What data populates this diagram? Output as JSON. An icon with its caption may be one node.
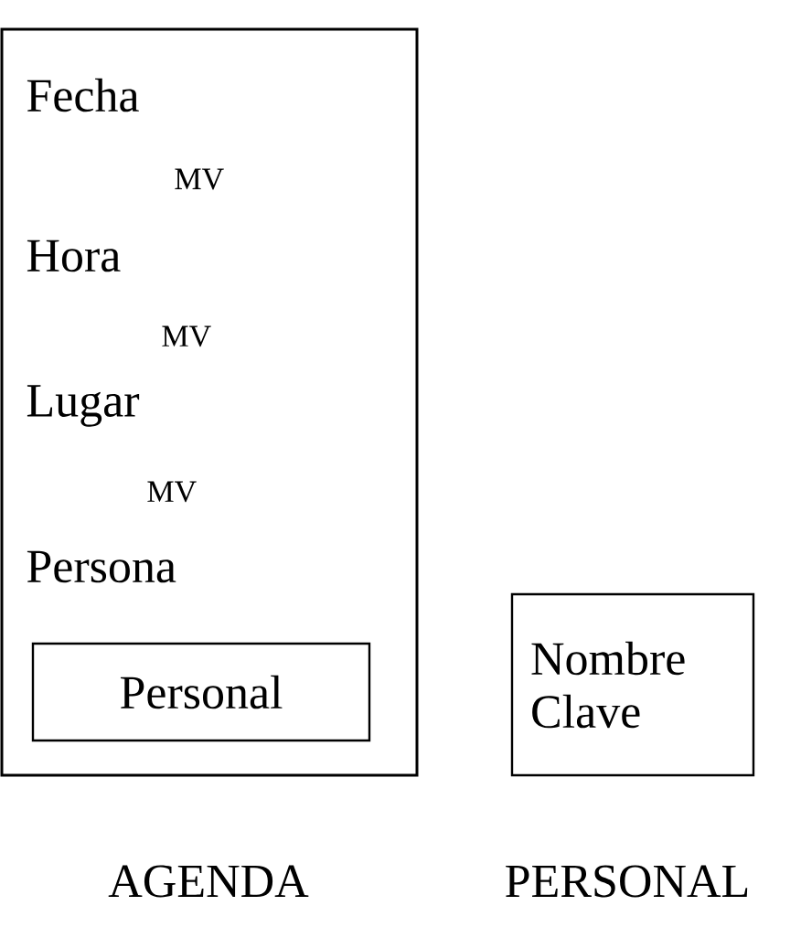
{
  "diagram": {
    "nodes": [
      {
        "text": [
          "Fecha",
          "MV",
          "Hora",
          "MV",
          "Lugar",
          "MV",
          "Persona"
        ],
        "beside": [
          "AGENDA"
        ]
      },
      {
        "text": [
          "Personal"
        ],
        "in": 0
      },
      {
        "text": [
          "Nombre Clave"
        ],
        "beside": [
          "PERSONAL"
        ]
      }
    ]
  }
}
